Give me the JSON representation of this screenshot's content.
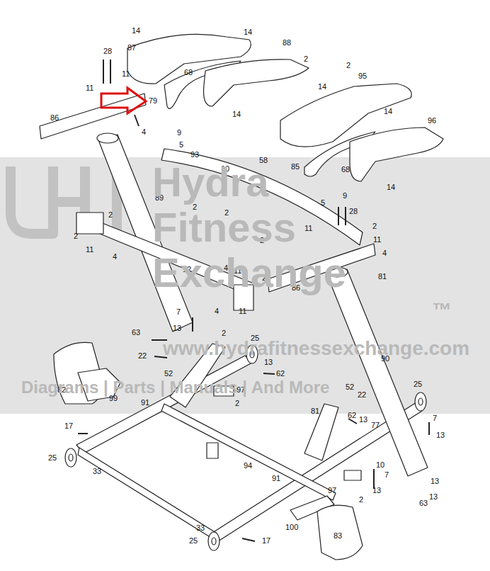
{
  "diagram": {
    "labels": [
      "14",
      "87",
      "68",
      "14",
      "88",
      "2",
      "28",
      "11",
      "11",
      "79",
      "4",
      "86",
      "14",
      "2",
      "14",
      "95",
      "14",
      "96",
      "9",
      "5",
      "93",
      "58",
      "10",
      "85",
      "68",
      "14",
      "2",
      "89",
      "9",
      "5",
      "28",
      "2",
      "2",
      "11",
      "4",
      "2",
      "11",
      "2",
      "2",
      "11",
      "4",
      "12",
      "81",
      "4",
      "11",
      "2",
      "86",
      "7",
      "13",
      "4",
      "11",
      "2",
      "63",
      "25",
      "22",
      "52",
      "13",
      "62",
      "90",
      "82",
      "99",
      "97",
      "2",
      "52",
      "22",
      "25",
      "91",
      "81",
      "62",
      "13",
      "77",
      "7",
      "13",
      "17",
      "25",
      "33",
      "94",
      "10",
      "7",
      "13",
      "13",
      "13",
      "91",
      "97",
      "2",
      "63",
      "100",
      "83",
      "33",
      "25",
      "17",
      "Hydra",
      "Fitness",
      "Exchange",
      "™",
      "www.hydrafitnessexchange.com",
      "Diagrams | Parts | Manuals | And More"
    ]
  }
}
